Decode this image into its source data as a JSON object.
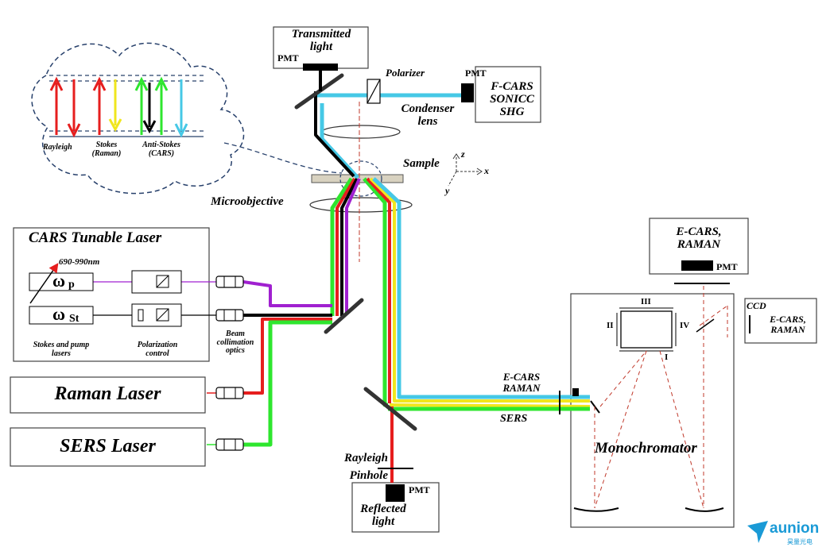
{
  "labels": {
    "transmitted_light": "Transmitted\nlight",
    "pmt": "PMT",
    "polarizer": "Polarizer",
    "fcars": "F-CARS\nSONICC\nSHG",
    "condenser": "Condenser\nlens",
    "sample": "Sample",
    "axis_x": "x",
    "axis_y": "y",
    "axis_z": "z",
    "microobjective": "Microobjective",
    "rayleigh": "Rayleigh",
    "stokes": "Stokes\n(Raman)",
    "antistokes": "Anti-Stokes\n(CARS)",
    "cars_laser": "CARS Tunable Laser",
    "wavelength": "690-990nm",
    "omega": "ω",
    "sub_p": "p",
    "sub_st": "St",
    "stokes_pump": "Stokes and pump\nlasers",
    "pol_control": "Polarization\ncontrol",
    "beam_coll": "Beam\ncollimation\noptics",
    "raman_laser": "Raman Laser",
    "sers_laser": "SERS Laser",
    "ecars_raman_top": "E-CARS,\nRAMAN",
    "ccd": "CCD",
    "ecars_raman_ccd": "E-CARS,\nRAMAN",
    "grating_III": "III",
    "grating_II": "II",
    "grating_IV": "IV",
    "grating_I": "I",
    "ecars_raman_beam": "E-CARS\nRAMAN",
    "sers": "SERS",
    "monochromator": "Monochromator",
    "rayleigh_pinhole": "Rayleigh\nPinhole",
    "reflected_light": "Reflected\nlight"
  },
  "brand": {
    "name": "aunion",
    "sub": "昊量光电"
  },
  "colors": {
    "cyan": "#46c8e6",
    "green": "#2ee62e",
    "yellow": "#f0e61e",
    "red": "#e61e1e",
    "black": "#000000",
    "purple": "#a020d0",
    "dashed_blue": "#27406b",
    "dash_red": "#c0392b",
    "brand": "#1a9ad6"
  }
}
